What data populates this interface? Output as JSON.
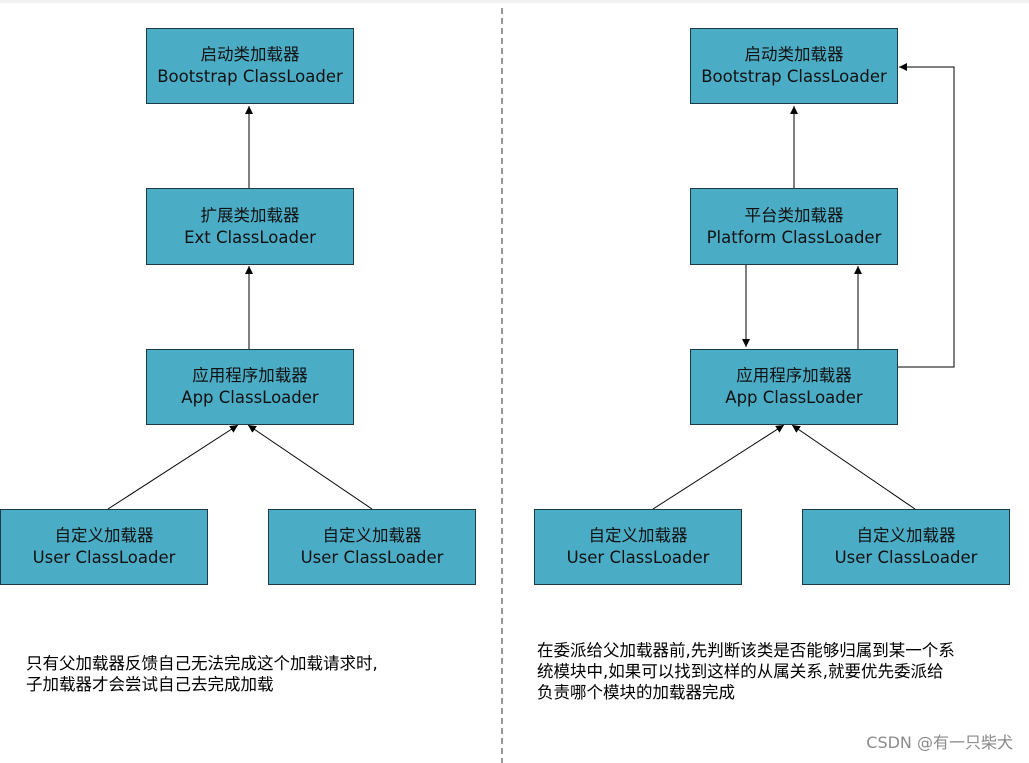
{
  "left": {
    "bootstrap": {
      "cn": "启动类加载器",
      "en": "Bootstrap ClassLoader"
    },
    "ext": {
      "cn": "扩展类加载器",
      "en": "Ext ClassLoader"
    },
    "app": {
      "cn": "应用程序加载器",
      "en": "App ClassLoader"
    },
    "user1": {
      "cn": "自定义加载器",
      "en": "User ClassLoader"
    },
    "user2": {
      "cn": "自定义加载器",
      "en": "User ClassLoader"
    },
    "note": {
      "line1": "只有父加载器反馈自己无法完成这个加载请求时,",
      "line2": "子加载器才会尝试自己去完成加载"
    }
  },
  "right": {
    "bootstrap": {
      "cn": "启动类加载器",
      "en": "Bootstrap ClassLoader"
    },
    "platform": {
      "cn": "平台类加载器",
      "en": "Platform ClassLoader"
    },
    "app": {
      "cn": "应用程序加载器",
      "en": "App ClassLoader"
    },
    "user1": {
      "cn": "自定义加载器",
      "en": "User ClassLoader"
    },
    "user2": {
      "cn": "自定义加载器",
      "en": "User ClassLoader"
    },
    "note": {
      "line1": "在委派给父加载器前,先判断该类是否能够归属到某一个系",
      "line2": "统模块中,如果可以找到这样的从属关系,就要优先委派给",
      "line3": "负责哪个模块的加载器完成"
    }
  },
  "watermark": "CSDN @有一只柴犬",
  "colors": {
    "node_fill": "#4bacc6",
    "node_border": "#1f3a44",
    "line": "#000000"
  }
}
